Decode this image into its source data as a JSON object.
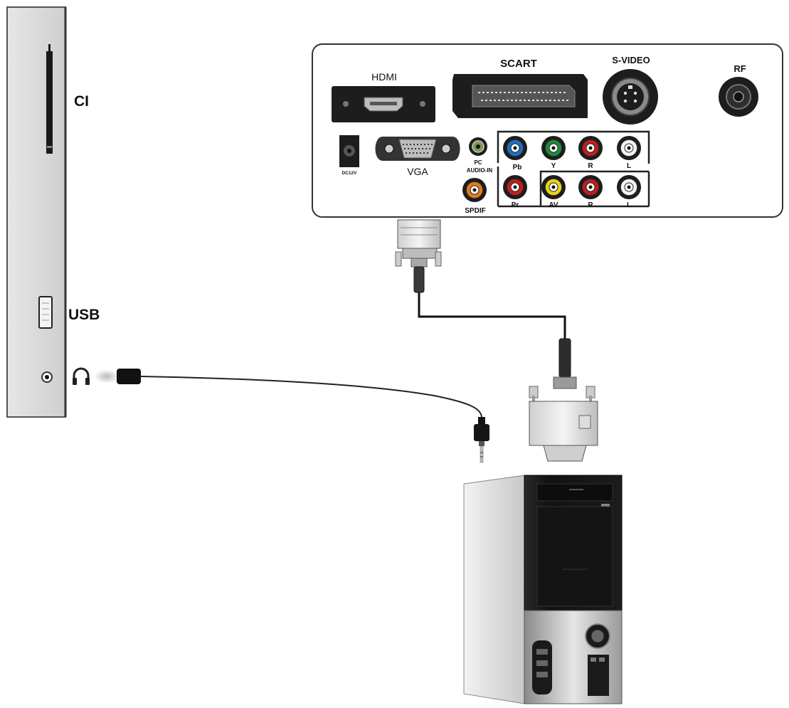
{
  "side_panel": {
    "ci_label": "CI",
    "usb_label": "USB"
  },
  "back_panel": {
    "hdmi_label": "HDMI",
    "scart_label": "SCART",
    "svideo_label": "S-VIDEO",
    "rf_label": "RF",
    "dc_label": "DC12V",
    "vga_label": "VGA",
    "pc_audio_label_1": "PC",
    "pc_audio_label_2": "AUDIO-IN",
    "spdif_label": "SPDIF",
    "component_labels": [
      "Pb",
      "Y",
      "R",
      "L"
    ],
    "av_labels": [
      "Pr",
      "AV",
      "R",
      "L"
    ]
  },
  "colors": {
    "jack_blue": "#1f6fc0",
    "jack_green": "#1f8a3c",
    "jack_red": "#c21d1d",
    "jack_yellow": "#e8d21a",
    "jack_white": "#f2f2f2",
    "jack_orange": "#e07a20",
    "panel_border": "#333333",
    "cable": "#111111"
  }
}
